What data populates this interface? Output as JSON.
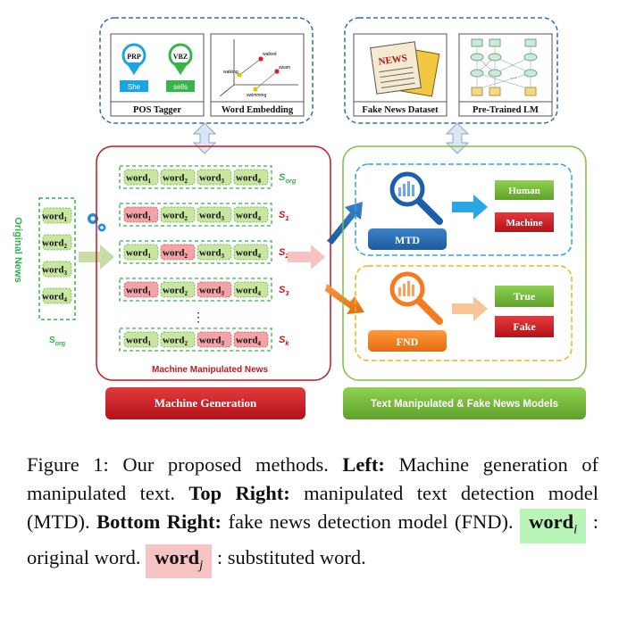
{
  "tools": {
    "pos_tagger": "POS Tagger",
    "word_embedding": "Word Embedding",
    "fake_news_dataset": "Fake News Dataset",
    "pretrained_lm": "Pre-Trained LM",
    "pos_tag_1": "PRP",
    "pos_tag_2": "VBZ",
    "pos_word_1": "She",
    "pos_word_2": "sells",
    "emb_words": [
      "walked",
      "walking",
      "swam",
      "swimming"
    ],
    "newspaper_text": "NEWS"
  },
  "original_news": {
    "label": "Original News",
    "sublabel": "S",
    "sublabel_sub": "org",
    "words": [
      "word",
      "word",
      "word",
      "word"
    ],
    "subs": [
      "1",
      "2",
      "3",
      "4"
    ]
  },
  "generation": {
    "rows": [
      {
        "label": "S",
        "sub": "org",
        "words": [
          {
            "t": "word",
            "s": "1",
            "m": false
          },
          {
            "t": "word",
            "s": "2",
            "m": false
          },
          {
            "t": "word",
            "s": "3",
            "m": false
          },
          {
            "t": "word",
            "s": "4",
            "m": false
          }
        ]
      },
      {
        "label": "S",
        "sub": "1",
        "words": [
          {
            "t": "word",
            "s": "1",
            "m": true
          },
          {
            "t": "word",
            "s": "2",
            "m": false
          },
          {
            "t": "word",
            "s": "3",
            "m": false
          },
          {
            "t": "word",
            "s": "4",
            "m": false
          }
        ]
      },
      {
        "label": "S",
        "sub": "2",
        "words": [
          {
            "t": "word",
            "s": "1",
            "m": false
          },
          {
            "t": "word",
            "s": "2",
            "m": true
          },
          {
            "t": "word",
            "s": "3",
            "m": false
          },
          {
            "t": "word",
            "s": "4",
            "m": false
          }
        ]
      },
      {
        "label": "S",
        "sub": "3",
        "words": [
          {
            "t": "word",
            "s": "1",
            "m": true
          },
          {
            "t": "word",
            "s": "2",
            "m": false
          },
          {
            "t": "word",
            "s": "3",
            "m": true
          },
          {
            "t": "word",
            "s": "4",
            "m": false
          }
        ]
      },
      {
        "label": "S",
        "sub": "k",
        "words": [
          {
            "t": "word",
            "s": "1",
            "m": false
          },
          {
            "t": "word",
            "s": "2",
            "m": false
          },
          {
            "t": "word",
            "s": "3",
            "m": true
          },
          {
            "t": "word",
            "s": "4",
            "m": true
          }
        ]
      }
    ],
    "ellipsis": "⋮",
    "container_label": "Machine Manipulated News",
    "bar_label": "Machine Generation"
  },
  "models": {
    "mtd": "MTD",
    "fnd": "FND",
    "human": "Human",
    "machine": "Machine",
    "true": "True",
    "fake": "Fake",
    "bar_label": "Text Manipulated & Fake News Models"
  },
  "colors": {
    "blue": "#2f6fb5",
    "red": "#c0181f",
    "green": "#7dc242",
    "orange": "#f47b20",
    "word_green": "#c8e6a0",
    "word_red": "#f3a3a8",
    "dash_green": "#2fb24a"
  },
  "caption": {
    "prefix": "Figure 1: Our proposed methods. ",
    "left_b": "Left:",
    "left_t": " Machine generation of manipulated text. ",
    "tr_b": "Top Right:",
    "tr_t": " manipulated text detection model (MTD). ",
    "br_b": "Bottom Right:",
    "br_t": " fake news detection model (FND). ",
    "orig_word": "word",
    "orig_sub": "i",
    "orig_desc": " : original word. ",
    "subs_word": "word",
    "subs_sub": "j",
    "subs_desc": " : substituted word."
  }
}
